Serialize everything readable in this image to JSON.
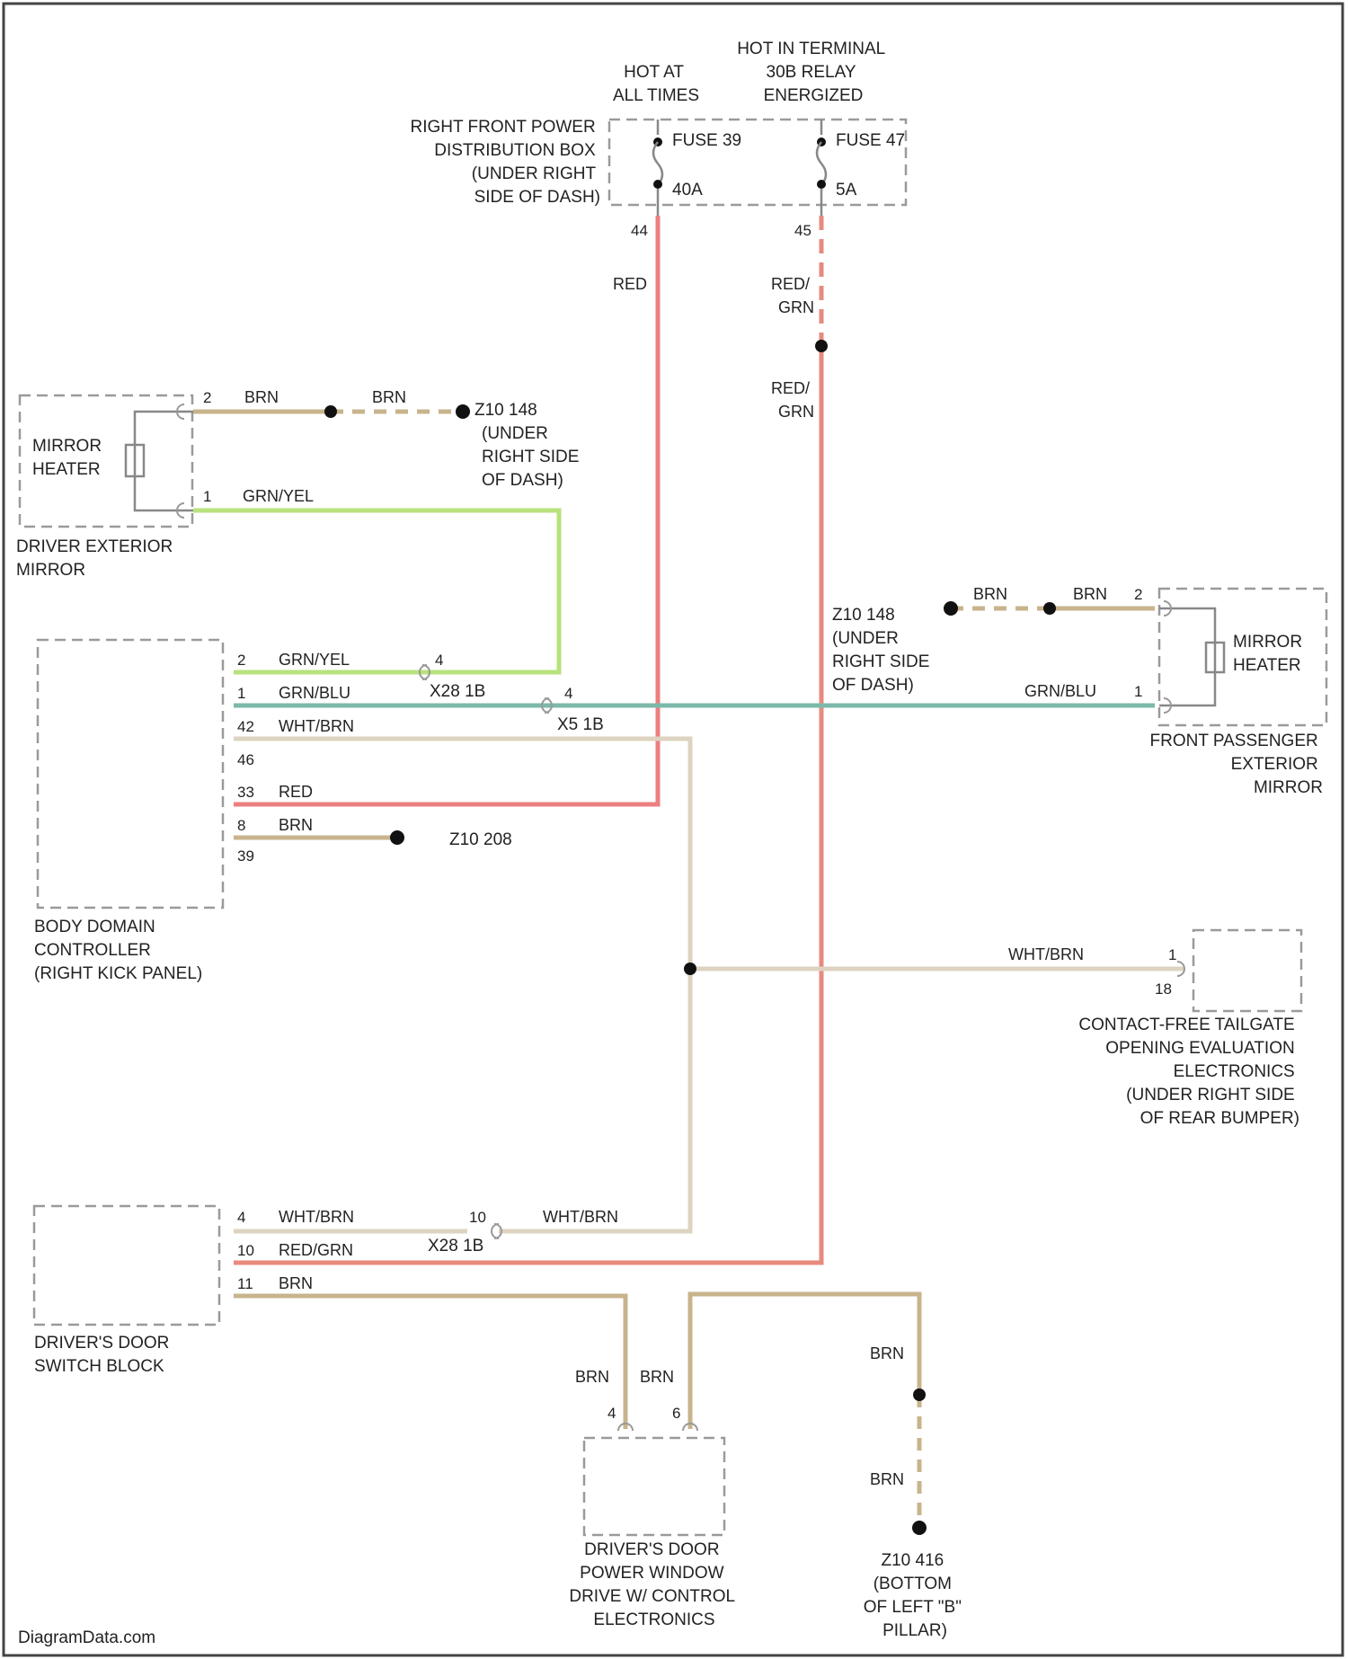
{
  "colors": {
    "RED": "#ec7f7f",
    "REDGRN": "#e88a7e",
    "BRN": "#c8b48c",
    "GRNYEL": "#b7e27c",
    "GRNBLU": "#7cb9aa",
    "WHTBRN": "#ddd3c0"
  },
  "components": {
    "power_box": [
      "RIGHT FRONT POWER",
      "DISTRIBUTION BOX",
      "(UNDER RIGHT",
      "SIDE OF DASH)"
    ],
    "hot_always": [
      "HOT AT",
      "ALL TIMES"
    ],
    "hot_relay": [
      "HOT IN TERMINAL",
      "30B RELAY",
      "ENERGIZED"
    ],
    "fuse1": {
      "name": "FUSE 39",
      "rating": "40A",
      "pin": "44"
    },
    "fuse2": {
      "name": "FUSE 47",
      "rating": "5A",
      "pin": "45"
    },
    "mirror_heater_left": [
      "MIRROR",
      "HEATER"
    ],
    "driver_mirror": [
      "DRIVER EXTERIOR",
      "MIRROR"
    ],
    "mirror_heater_right": [
      "MIRROR",
      "HEATER"
    ],
    "passenger_mirror": [
      "FRONT PASSENGER",
      "EXTERIOR",
      "MIRROR"
    ],
    "bdc": [
      "BODY DOMAIN",
      "CONTROLLER",
      "(RIGHT KICK PANEL)"
    ],
    "tailgate": [
      "CONTACT-FREE TAILGATE",
      "OPENING EVALUATION",
      "ELECTRONICS",
      "(UNDER RIGHT SIDE",
      "OF REAR BUMPER)"
    ],
    "door_switch": [
      "DRIVER'S DOOR",
      "SWITCH BLOCK"
    ],
    "window_drive": [
      "DRIVER'S DOOR",
      "POWER WINDOW",
      "DRIVE W/ CONTROL",
      "ELECTRONICS"
    ]
  },
  "grounds": {
    "z10_148_left": [
      "Z10 148",
      "(UNDER",
      "RIGHT SIDE",
      "OF DASH)"
    ],
    "z10_148_right": [
      "Z10 148",
      "(UNDER",
      "RIGHT SIDE",
      "OF DASH)"
    ],
    "z10_208": "Z10 208",
    "z10_416": [
      "Z10 416",
      "(BOTTOM",
      "OF LEFT \"B\"",
      "PILLAR)"
    ]
  },
  "wire_labels": {
    "red": "RED",
    "red_grn_1": [
      "RED/",
      "GRN"
    ],
    "red_grn_2": [
      "RED/",
      "GRN"
    ],
    "brn": "BRN",
    "grn_yel": "GRN/YEL",
    "grn_blu": "GRN/BLU",
    "wht_brn": "WHT/BRN",
    "red_grn": "RED/GRN"
  },
  "connectors": {
    "x28_1": "X28 1B",
    "x5": "X5 1B",
    "x28_2": "X28 1B"
  },
  "pins": {
    "lm_top": "2",
    "lm_bot": "1",
    "bdc": [
      "2",
      "1",
      "42",
      "46",
      "33",
      "8",
      "39"
    ],
    "x28_grnyel": "4",
    "x5_grnblu": "4",
    "rm_top": "2",
    "rm_bot": "1",
    "tailgate_1": "1",
    "tailgate_2": "18",
    "door": [
      "4",
      "10",
      "11"
    ],
    "x28_wht": "10",
    "window": [
      "4",
      "6"
    ]
  },
  "watermark": "DiagramData.com"
}
